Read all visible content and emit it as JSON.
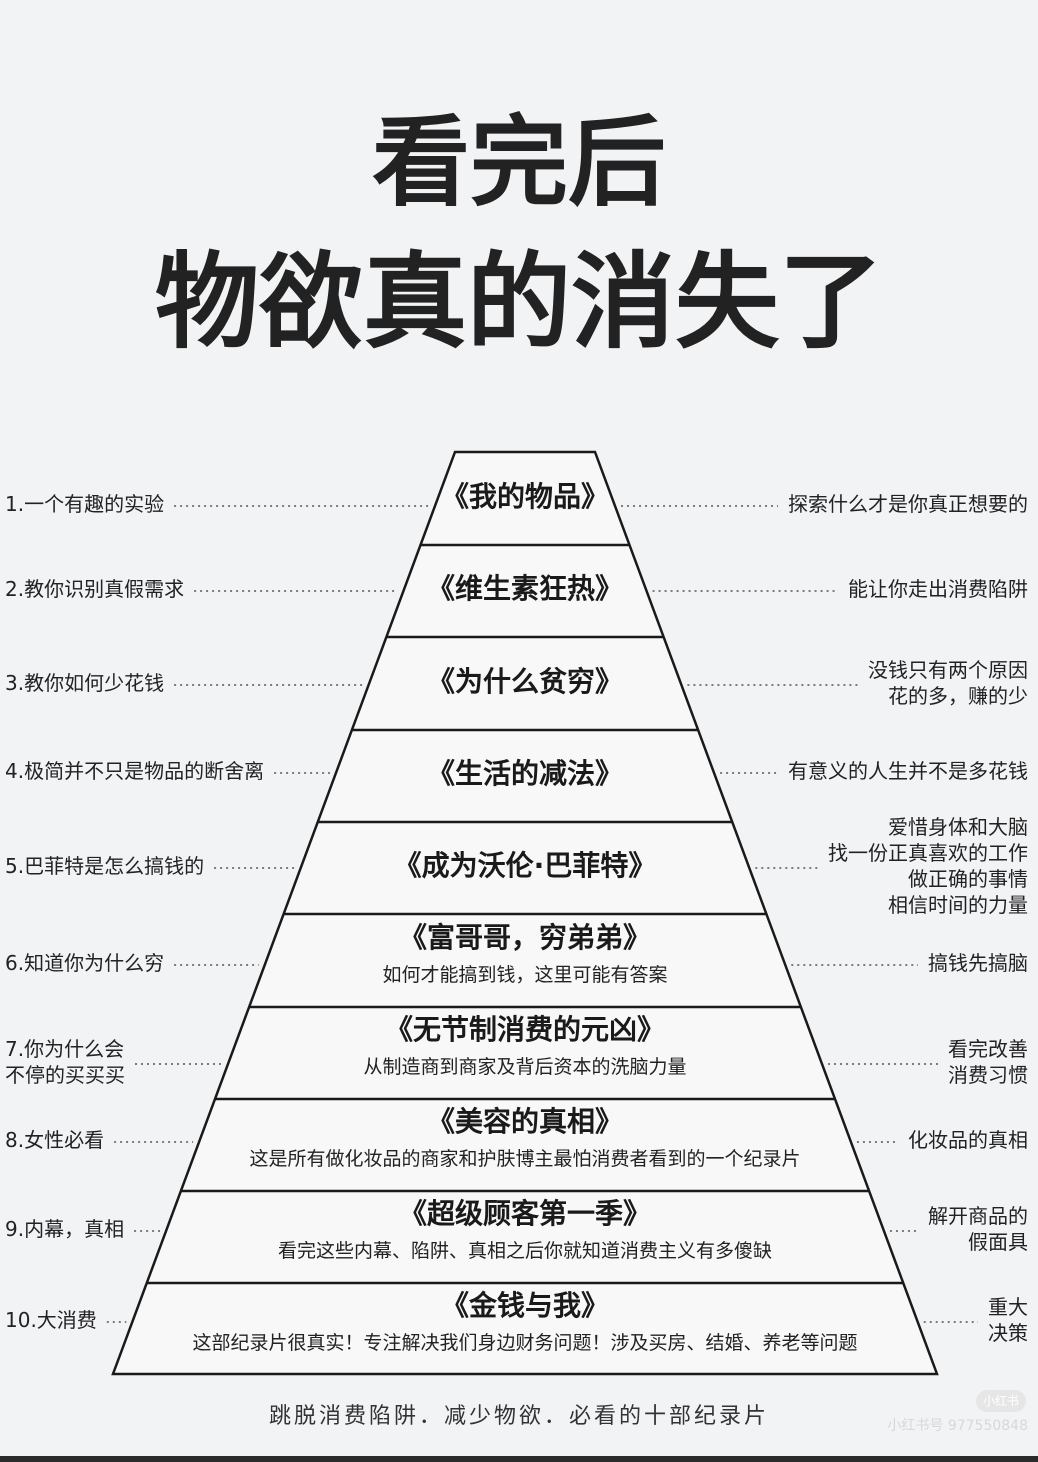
{
  "title_line1": "看完后",
  "title_line2": "物欲真的消失了",
  "tiers": [
    {
      "title": "《我的物品》",
      "subtitle": "",
      "left": [
        "1.一个有趣的实验"
      ],
      "right": [
        "探索什么才是你真正想要的"
      ]
    },
    {
      "title": "《维生素狂热》",
      "subtitle": "",
      "left": [
        "2.教你识别真假需求"
      ],
      "right": [
        "能让你走出消费陷阱"
      ]
    },
    {
      "title": "《为什么贫穷》",
      "subtitle": "",
      "left": [
        "3.教你如何少花钱"
      ],
      "right": [
        "没钱只有两个原因",
        "花的多，赚的少"
      ]
    },
    {
      "title": "《生活的减法》",
      "subtitle": "",
      "left": [
        "4.极简并不只是物品的断舍离"
      ],
      "right": [
        "有意义的人生并不是多花钱"
      ]
    },
    {
      "title": "《成为沃伦·巴菲特》",
      "subtitle": "",
      "left": [
        "5.巴菲特是怎么搞钱的"
      ],
      "right": [
        "爱惜身体和大脑",
        "找一份正真喜欢的工作",
        "做正确的事情",
        "相信时间的力量"
      ]
    },
    {
      "title": "《富哥哥，穷弟弟》",
      "subtitle": "如何才能搞到钱，这里可能有答案",
      "left": [
        "6.知道你为什么穷"
      ],
      "right": [
        "搞钱先搞脑"
      ]
    },
    {
      "title": "《无节制消费的元凶》",
      "subtitle": "从制造商到商家及背后资本的洗脑力量",
      "left": [
        "7.你为什么会",
        "不停的买买买"
      ],
      "right": [
        "看完改善",
        "消费习惯"
      ]
    },
    {
      "title": "《美容的真相》",
      "subtitle": "这是所有做化妆品的商家和护肤博主最怕消费者看到的一个纪录片",
      "left": [
        "8.女性必看"
      ],
      "right": [
        "化妆品的真相"
      ]
    },
    {
      "title": "《超级顾客第一季》",
      "subtitle": "看完这些内幕、陷阱、真相之后你就知道消费主义有多傻缺",
      "left": [
        "9.内幕，真相"
      ],
      "right": [
        "解开商品的",
        "假面具"
      ]
    },
    {
      "title": "《金钱与我》",
      "subtitle": "这部纪录片很真实！专注解决我们身边财务问题！涉及买房、结婚、养老等问题",
      "left": [
        "10.大消费"
      ],
      "right": [
        "重大",
        "决策"
      ]
    }
  ],
  "footer": "跳脱消费陷阱．减少物欲．必看的十部纪录片",
  "watermark_badge": "小红书",
  "watermark": "小红书号 977550848"
}
